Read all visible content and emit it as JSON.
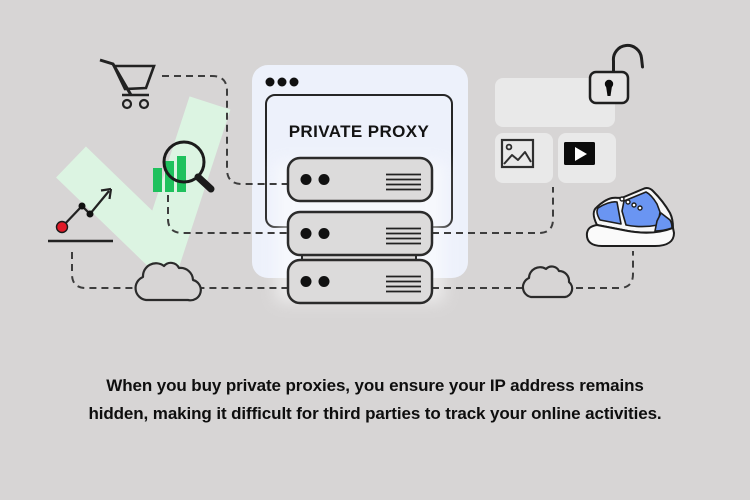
{
  "scene": {
    "panel_title": "PRIVATE PROXY",
    "caption_line1": "When you buy private proxies, you ensure your IP address remains",
    "caption_line2": "hidden, making it difficult for third parties to track your online activities."
  },
  "colors": {
    "background": "#d7d5d5",
    "panel": "#edf1fb",
    "card": "#e9e9e9",
    "server_fill": "#dcdbdb",
    "outline": "#262626",
    "dash": "#3d3d3d",
    "mint": "#dcf4e2",
    "green": "#1fc15d",
    "blue": "#6a95f2",
    "red": "#e01a28",
    "video_black": "#0b0b0b",
    "text": "#0e0e0e"
  },
  "icons": {
    "shopping_cart_icon": "outlined shopping cart",
    "checkmark_icon": "large mint check mark",
    "growth_chart_icon": "rising zigzag arrow over baseline with red start dot",
    "bar_chart_icon": "three green bars",
    "magnifier_icon": "magnifying glass over bars",
    "browser_dots_icon": "three window dots",
    "server_icon": "stacked proxy server units",
    "open_padlock_icon": "unlocked padlock",
    "image_icon": "photo placeholder",
    "video_play_icon": "black play button",
    "sneaker_icon": "blue-and-white sneaker product",
    "cloud_icon": "network cloud"
  }
}
